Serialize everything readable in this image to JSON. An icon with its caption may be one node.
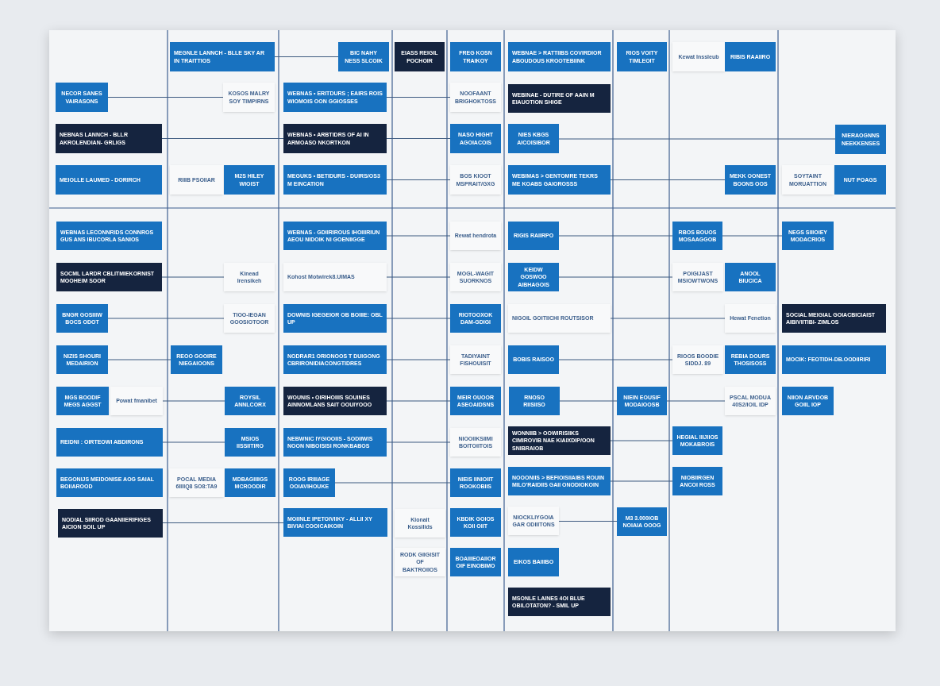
{
  "diagram": {
    "nodes": [
      {
        "text": [
          "MEGNLE LANNCH - BLLE SKY AR IN TRAITTIOS"
        ]
      },
      {
        "text": [
          "BIC NAHY NESS SLCOIK"
        ]
      },
      {
        "text": [
          "EIASS REIGIL POCHOIR"
        ]
      },
      {
        "text": [
          "FREG KOSN TRAIKOY"
        ]
      },
      {
        "text": [
          "WEBNAE > RATTIIBS COVIRDIOR ABOUDOUS KROOTEBIINK"
        ]
      },
      {
        "text": [
          "RIOS VOITY TIMLEOIT"
        ]
      },
      {
        "text": [
          "Kewat Inssleub"
        ]
      },
      {
        "text": [
          "RIBIS RAAIIRO"
        ]
      },
      {
        "text": [
          "NECOR SANES VAIRASONS"
        ]
      },
      {
        "text": [
          "KOSOS MALRY SOY TIMPIRNS"
        ]
      },
      {
        "text": [
          "WEBNAS • ERITDURS ; EAIRS ROIS WIOMOIS OON GGIOSSES"
        ]
      },
      {
        "text": [
          "NOOFAANT BRIGHOKTOSS"
        ]
      },
      {
        "text": [
          "WEBINAE - DUTIRE OF AAIN M EIAUOTION SHIGE"
        ]
      },
      {
        "text": [
          "NEBNAS LANNCH - BLLR AKROLENDIAN- GRLIGS"
        ]
      },
      {
        "text": [
          "WEBNAS • ARBTIDRS OF AI IN ARMOASO NKORTKON"
        ]
      },
      {
        "text": [
          "NASO HIGHT AGOIACOIS"
        ]
      },
      {
        "text": [
          "NIES KBGS AICOISIBOR"
        ]
      },
      {
        "text": [
          "NIERAOGNNS NEEKKENSES"
        ]
      },
      {
        "text": [
          "MEIOLLE LAUMED - DORIRCH"
        ]
      },
      {
        "text": [
          "RIIIB PSOIIAR"
        ]
      },
      {
        "text": [
          "M2S HILEY WIOIST"
        ]
      },
      {
        "text": [
          "MEGUKS • BETIDURS - DUIRS/OS3 M EINCATION"
        ]
      },
      {
        "text": [
          "BOS KIOOT MSPRAIT/GXG"
        ]
      },
      {
        "text": [
          "WEBIMAS > GENTOMRE TEKRS ME KOABS GAIOROSSS"
        ]
      },
      {
        "text": [
          "MEKK OONEST BOONS OOS"
        ]
      },
      {
        "text": [
          "SOYTAINT MORUATTION"
        ]
      },
      {
        "text": [
          "NUT POAGS"
        ]
      },
      {
        "text": [
          "WEBNAS LECONNRIDS CONNROS GUS ANS IBUCORLA SANIOS"
        ]
      },
      {
        "text": [
          "WEBNAS - GDIIRIROUS IHOIIIRIUN AEOU NIDOIK NI GOENIIGGE"
        ]
      },
      {
        "text": [
          "Rewat hendrota"
        ]
      },
      {
        "text": [
          "RIGIS RAIIRPO"
        ]
      },
      {
        "text": [
          "RBOS BOUOS MOSAAGGOB"
        ]
      },
      {
        "text": [
          "NEGS SIIIOIEY MODACRIOS"
        ]
      },
      {
        "text": [
          "SOCML LARDR CBLITMIEKORNIST MOOHEIM SOOR"
        ]
      },
      {
        "text": [
          "Kinead Irensikeh"
        ]
      },
      {
        "text": [
          "Kohost Motwirek8.UIMAS"
        ]
      },
      {
        "text": [
          "MOGL-WAGIT SUORKNOS"
        ]
      },
      {
        "text": [
          "KEIDW GOSWOO AIBHAGOIS"
        ]
      },
      {
        "text": [
          "POIGIJAST MSIOWTWONS"
        ]
      },
      {
        "text": [
          "ANOOL BIUCICA"
        ]
      },
      {
        "text": [
          "BNGR GOSIIIW BOCS ODOT"
        ]
      },
      {
        "text": [
          "TIOO-IEGAN GOOSIOTOOR"
        ]
      },
      {
        "text": [
          "DOWNIS IGEGEIOR OB BOIIIE: OBL UP"
        ]
      },
      {
        "text": [
          "RIOTOOXOK DAM-GDIGI"
        ]
      },
      {
        "text": [
          "NIGOIL GOITIICHI ROUTSISOR"
        ]
      },
      {
        "text": [
          "Hewat Fenetion"
        ]
      },
      {
        "text": [
          "SOCIAL MEIGIAL GOIACBICIAIST AIBIVIITIBI- ZIMLOS"
        ]
      },
      {
        "text": [
          "NIZIS SHOURI MEDAIRION"
        ]
      },
      {
        "text": [
          "REOO GOOIRE NIEGAIOONS"
        ]
      },
      {
        "text": [
          "NODRAR1 ORIONOOS T DUIGONG CBRIRONIDIACONGTIDRES"
        ]
      },
      {
        "text": [
          "TADIYAINT FISHOUISIT"
        ]
      },
      {
        "text": [
          "BOBIS RAISOO"
        ]
      },
      {
        "text": [
          "RIOOS BOODIE SIDDJ. 89"
        ]
      },
      {
        "text": [
          "REBIA DOURS THOSISOSS"
        ]
      },
      {
        "text": [
          "MOCIK: FEOTIDH-DB.OODIIRIRI"
        ]
      },
      {
        "text": [
          "MGS BOODIF MEGS AGGST"
        ]
      },
      {
        "text": [
          "Powat fmanibet"
        ]
      },
      {
        "text": [
          "ROYSIL ANNLCORX"
        ]
      },
      {
        "text": [
          "WOUNIS • OIRIHOIIIS SOUINES AINNOMLANS SAIT OOUIYOOO"
        ]
      },
      {
        "text": [
          "MEIR OUOOR ASEOAIDSNS"
        ]
      },
      {
        "text": [
          "RNOSO RIISIISO"
        ]
      },
      {
        "text": [
          "NIEIN EOUSIF MODAIOOSB"
        ]
      },
      {
        "text": [
          "PSCAL MODUA 40S2/IOIL IDP"
        ]
      },
      {
        "text": [
          "NIION ARVDOB GOIIL IOP"
        ]
      },
      {
        "text": [
          "REIDNI : OIRTEOWI ABDIRONS"
        ]
      },
      {
        "text": [
          "MSIOS IISSIITIRO"
        ]
      },
      {
        "text": [
          "NEBWNIC IYGIOOIIS - SODIIWIS NOON NIBOISISI RONKBABOS"
        ]
      },
      {
        "text": [
          "NIOOIIKSIIMI BOITOIITOIS"
        ]
      },
      {
        "text": [
          "WONNIIB > OOWIRISIIKS CIMIROVIB NAE KIAIXDIP/OON SNIBRAIOB"
        ]
      },
      {
        "text": [
          "HEGIAL IIIJIIOS MOKABROIS"
        ]
      },
      {
        "text": [
          "BEGONIJS MEIDONISE AOG SAIAL BOIIAROOD"
        ]
      },
      {
        "text": [
          "POCAL MEDIA 6IIIIQ8 SO8:TA9"
        ]
      },
      {
        "text": [
          "MDBAGIIIIGS MCROODIR"
        ]
      },
      {
        "text": [
          "ROOG IRIIIAGE OOIAVIHOUKE"
        ]
      },
      {
        "text": [
          "NIEIS IINIOIIT ROOKOBIIS"
        ]
      },
      {
        "text": [
          "NOOONIIS > BEFIOISIIAIBS ROUIN MILO'RAIDIIS GAII ONODIOKOIN"
        ]
      },
      {
        "text": [
          "NIOBIIRGEN ANCOI ROSS"
        ]
      },
      {
        "text": [
          "NODIAL SIIROD GAANIIERIFIGES AICION SOIL UP"
        ]
      },
      {
        "text": [
          "MOIINLE IPETOIVIIKY - ALLII XY BIVIAI COOICAIKOIN"
        ]
      },
      {
        "text": [
          "Kionait Kossilids"
        ]
      },
      {
        "text": [
          "KBDIK GOIOS KOII OIIT"
        ]
      },
      {
        "text": [
          "NIOCKLIYGOIA GAR ODIIITONS"
        ]
      },
      {
        "text": [
          "M3 3.000IOB NOIAIA OOOG"
        ]
      },
      {
        "text": [
          "RODK GIIGISIT OF BAKTROIIOS"
        ]
      },
      {
        "text": [
          "BOAIIIEOAIIOR OIF EINOBIMO"
        ]
      },
      {
        "text": [
          "EIKOS BAIIIBO"
        ]
      },
      {
        "text": [
          "MSONLE LAINES 4OI BLUE OBILOTATON? - SMIL UP"
        ]
      }
    ],
    "edges": [
      {
        "from": 0,
        "to": 1,
        "arrow": "none"
      },
      {
        "from": 8,
        "to": 9,
        "arrow": "none"
      },
      {
        "from": 10,
        "to": 11,
        "arrow": "none"
      },
      {
        "from": 13,
        "to": 14,
        "arrow": "none"
      },
      {
        "from": 14,
        "to": 15,
        "arrow": "none"
      },
      {
        "from": 16,
        "to": 17,
        "arrow": "none"
      },
      {
        "from": 21,
        "to": 22,
        "arrow": "none"
      },
      {
        "from": 23,
        "to": 24,
        "arrow": "none"
      },
      {
        "from": 28,
        "to": 29,
        "arrow": "none"
      },
      {
        "from": 30,
        "to": 31,
        "arrow": "none"
      },
      {
        "from": 31,
        "to": 32,
        "arrow": "none"
      },
      {
        "from": 33,
        "to": 34,
        "arrow": "none"
      },
      {
        "from": 35,
        "to": 36,
        "arrow": "none"
      },
      {
        "from": 37,
        "to": 38,
        "arrow": "none"
      },
      {
        "from": 40,
        "to": 41,
        "arrow": "none"
      },
      {
        "from": 42,
        "to": 43,
        "arrow": "none"
      },
      {
        "from": 44,
        "to": 45,
        "arrow": "none"
      },
      {
        "from": 47,
        "to": 48,
        "arrow": "none"
      },
      {
        "from": 49,
        "to": 50,
        "arrow": "none"
      },
      {
        "from": 51,
        "to": 52,
        "arrow": "none"
      },
      {
        "from": 56,
        "to": 57,
        "arrow": "none"
      },
      {
        "from": 58,
        "to": 59,
        "arrow": "none"
      },
      {
        "from": 60,
        "to": 61,
        "arrow": "none"
      },
      {
        "from": 61,
        "to": 62,
        "arrow": "none"
      },
      {
        "from": 64,
        "to": 65,
        "arrow": "none"
      },
      {
        "from": 66,
        "to": 67,
        "arrow": "none"
      },
      {
        "from": 68,
        "to": 69,
        "arrow": "none"
      },
      {
        "from": 73,
        "to": 74,
        "arrow": "none"
      },
      {
        "from": 75,
        "to": 76,
        "arrow": "none"
      },
      {
        "from": 77,
        "to": 78,
        "arrow": "none"
      },
      {
        "from": 81,
        "to": 82,
        "arrow": "none"
      }
    ]
  }
}
